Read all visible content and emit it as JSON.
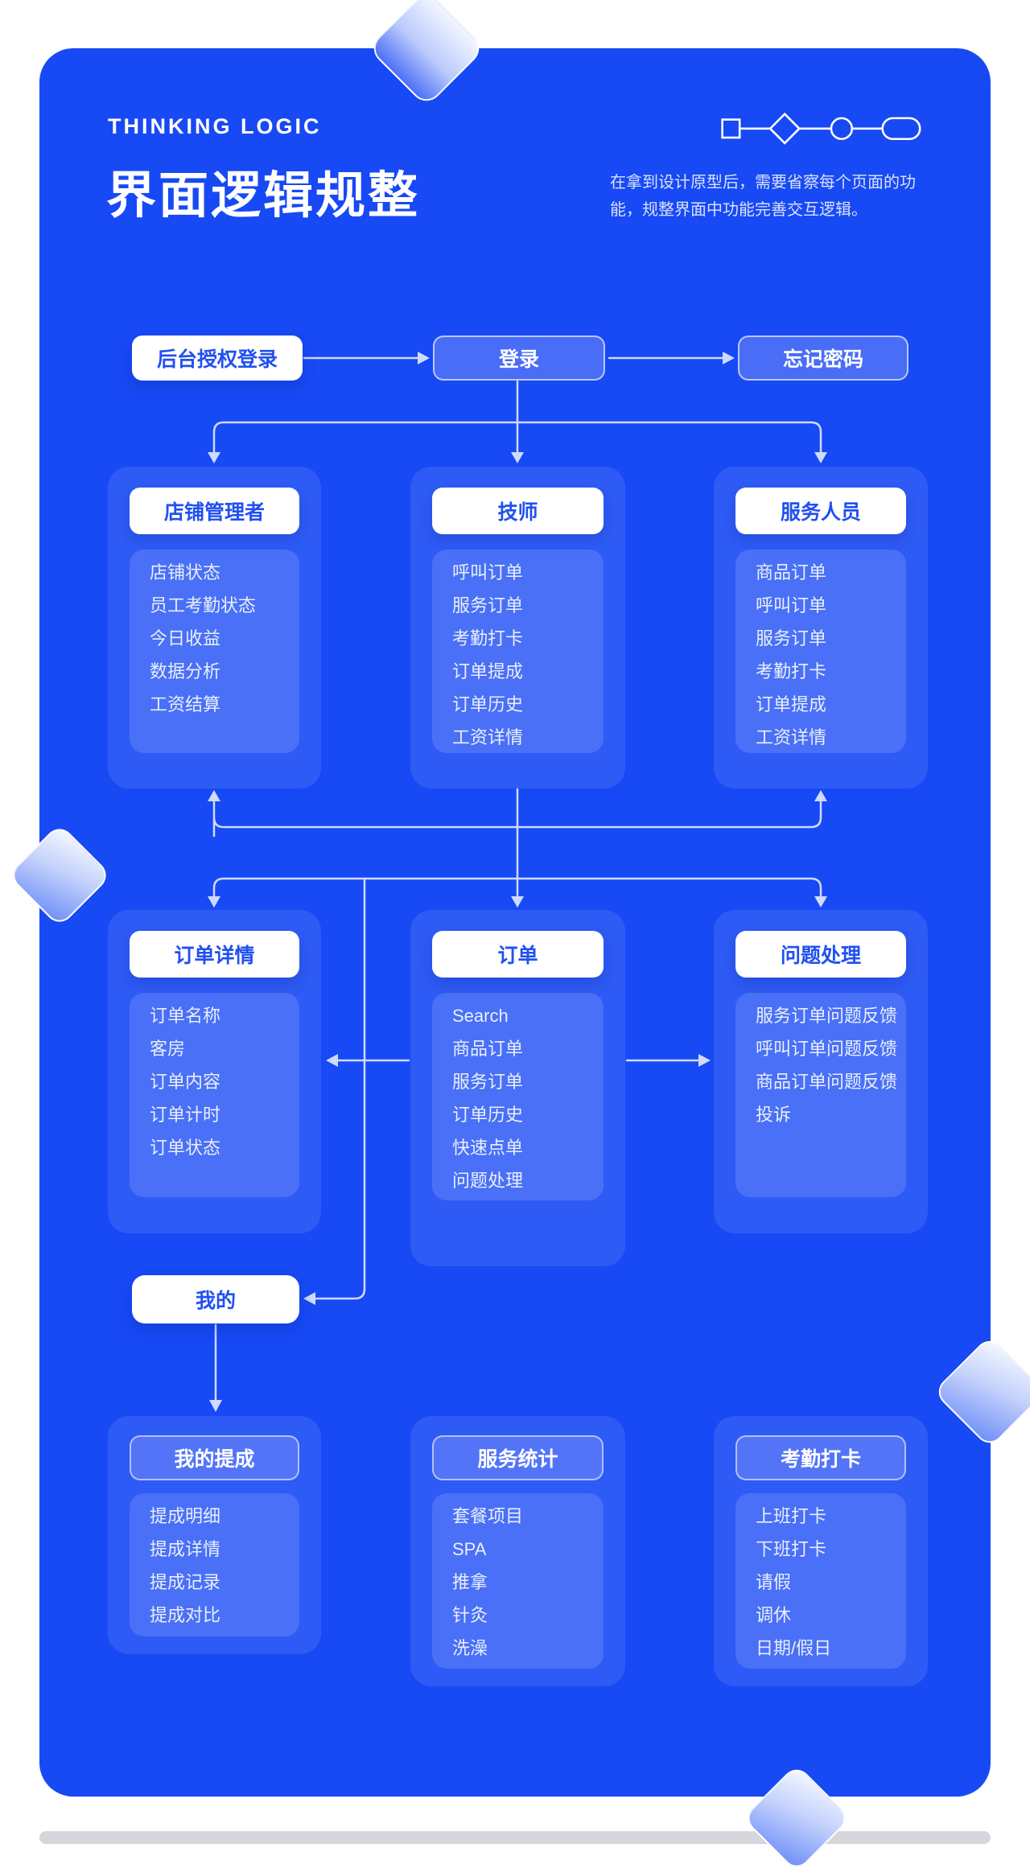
{
  "header": {
    "eyebrow": "THINKING LOGIC",
    "title": "界面逻辑规整",
    "description": "在拿到设计原型后，需要省察每个页面的功能，规整界面中功能完善交互逻辑。"
  },
  "flow": {
    "top_nodes": [
      {
        "label": "后台授权登录",
        "style": "white"
      },
      {
        "label": "登录",
        "style": "ghost"
      },
      {
        "label": "忘记密码",
        "style": "ghost"
      }
    ],
    "mine_node": {
      "label": "我的"
    },
    "groups": [
      {
        "title": "店铺管理者",
        "title_style": "white",
        "items": [
          "店铺状态",
          "员工考勤状态",
          "今日收益",
          "数据分析",
          "工资结算"
        ]
      },
      {
        "title": "技师",
        "title_style": "white",
        "items": [
          "呼叫订单",
          "服务订单",
          "考勤打卡",
          "订单提成",
          "订单历史",
          "工资详情"
        ]
      },
      {
        "title": "服务人员",
        "title_style": "white",
        "items": [
          "商品订单",
          "呼叫订单",
          "服务订单",
          "考勤打卡",
          "订单提成",
          "工资详情"
        ]
      },
      {
        "title": "订单详情",
        "title_style": "white",
        "items": [
          "订单名称",
          "客房",
          "订单内容",
          "订单计时",
          "订单状态"
        ]
      },
      {
        "title": "订单",
        "title_style": "white",
        "items": [
          "Search",
          "商品订单",
          "服务订单",
          "订单历史",
          "快速点单",
          "问题处理"
        ]
      },
      {
        "title": "问题处理",
        "title_style": "white",
        "items": [
          "服务订单问题反馈",
          "呼叫订单问题反馈",
          "商品订单问题反馈",
          "投诉"
        ]
      },
      {
        "title": "我的提成",
        "title_style": "ghost",
        "items": [
          "提成明细",
          "提成详情",
          "提成记录",
          "提成对比"
        ]
      },
      {
        "title": "服务统计",
        "title_style": "ghost",
        "items": [
          "套餐项目",
          "SPA",
          "推拿",
          "针灸",
          "洗澡"
        ]
      },
      {
        "title": "考勤打卡",
        "title_style": "ghost",
        "items": [
          "上班打卡",
          "下班打卡",
          "请假",
          "调休",
          "日期/假日"
        ]
      }
    ],
    "edges": [
      {
        "from": "后台授权登录",
        "to": "登录"
      },
      {
        "from": "登录",
        "to": "忘记密码"
      },
      {
        "from": "登录",
        "to": "店铺管理者"
      },
      {
        "from": "登录",
        "to": "技师"
      },
      {
        "from": "登录",
        "to": "服务人员"
      },
      {
        "from": "技师",
        "to": "店铺管理者"
      },
      {
        "from": "技师",
        "to": "服务人员"
      },
      {
        "from": "技师",
        "to": "订单详情"
      },
      {
        "from": "技师",
        "to": "订单"
      },
      {
        "from": "技师",
        "to": "问题处理"
      },
      {
        "from": "技师",
        "to": "我的"
      },
      {
        "from": "订单",
        "to": "订单详情"
      },
      {
        "from": "订单",
        "to": "问题处理"
      },
      {
        "from": "我的",
        "to": "我的提成"
      }
    ]
  },
  "colors": {
    "canvas_blue": "#1749f4",
    "card_blue": "#2e5af5",
    "panel_blue": "#4365f6",
    "connector": "#cfdafc",
    "node_text_blue": "#2150f0",
    "next_page_gray": "#d5d7dd"
  }
}
